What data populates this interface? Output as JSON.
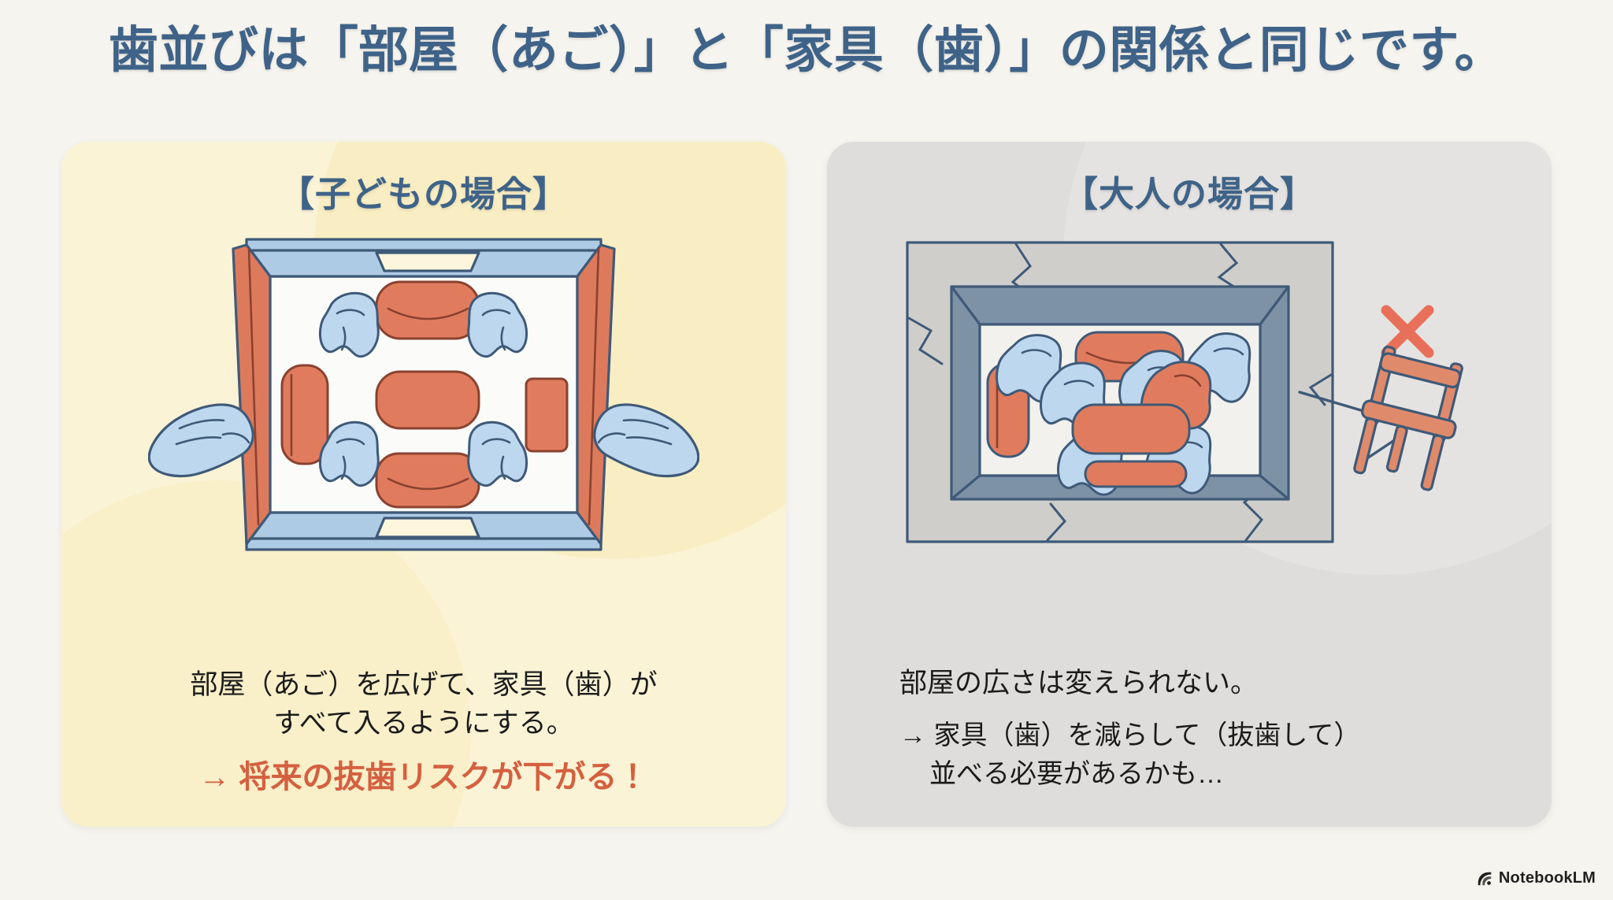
{
  "page": {
    "title": "歯並びは「部屋（あご）」と「家具（歯）」の関係と同じです。",
    "background_color": "#f6f4ee",
    "title_color": "#3f6388"
  },
  "cards": [
    {
      "id": "child",
      "heading": "【子どもの場合】",
      "background_color": "#fbf3d6",
      "caption_line1": "部屋（あご）を広げて、家具（歯）が",
      "caption_line2": "すべて入るようにする。",
      "accent_line": "→ 将来の抜歯リスクが下がる！",
      "accent_color": "#d4603f",
      "illustration": {
        "name": "room-being-widened-by-hands",
        "wall_color": "#de7a5c",
        "floor_color": "#fbfbfa",
        "ceiling_color": "#aecbe6",
        "furniture_color": "#e07c5d",
        "tooth_color": "#bcd7ee",
        "hand_color": "#bcd7ee"
      }
    },
    {
      "id": "adult",
      "heading": "【大人の場合】",
      "background_color": "#dedddb",
      "caption_line1": "部屋の広さは変えられない。",
      "caption_line2": "→ 家具（歯）を減らして（抜歯して）",
      "caption_line3": "並べる必要があるかも…",
      "illustration": {
        "name": "cramped-cracked-room",
        "wall_color": "#7e92a6",
        "floor_color": "#f2f1ee",
        "furniture_color": "#e07c5d",
        "tooth_color": "#bcd7ee",
        "crack_color": "#3f5a78",
        "ejected_chair_color": "#e08a6c",
        "x_mark_color": "#e8705a",
        "x_mark": "×"
      }
    }
  ],
  "watermark": {
    "label": "NotebookLM",
    "icon": "notebooklm-spiral-icon"
  }
}
